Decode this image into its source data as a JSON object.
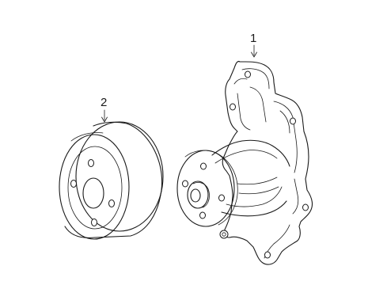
{
  "diagram": {
    "callouts": [
      {
        "id": "water-pump",
        "number": "1"
      },
      {
        "id": "pulley",
        "number": "2"
      }
    ],
    "colors": {
      "ink": "#1a1a1a",
      "background": "#ffffff"
    }
  }
}
